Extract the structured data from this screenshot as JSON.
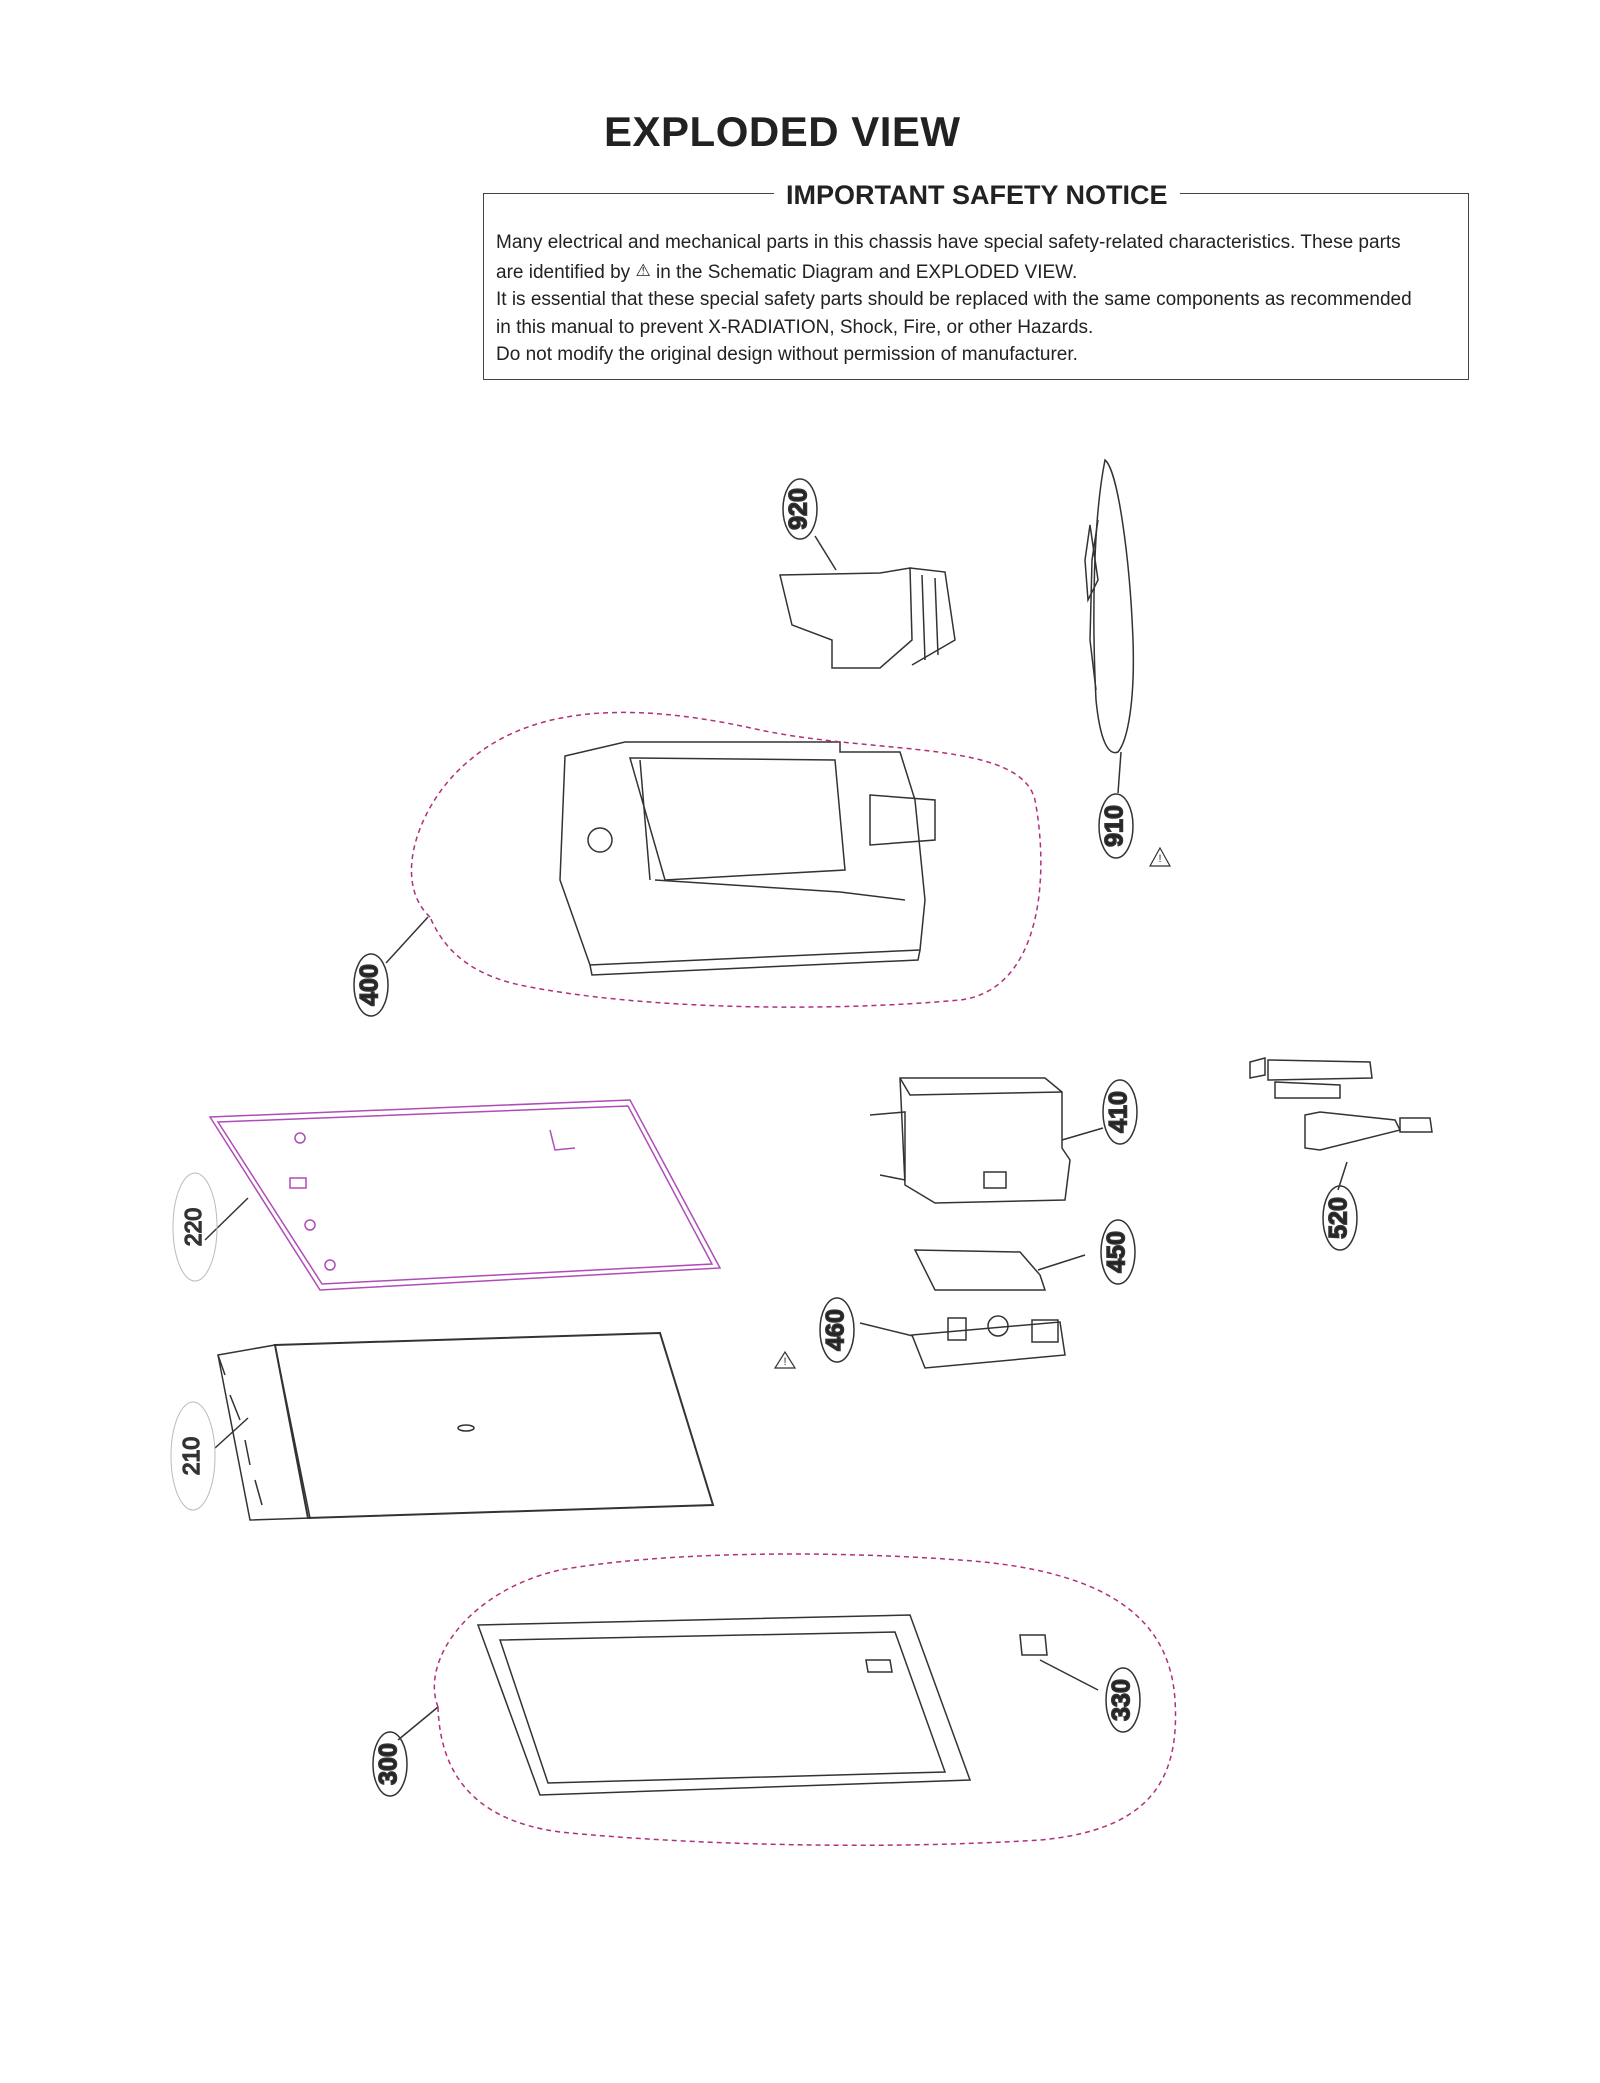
{
  "page_title": "EXPLODED VIEW",
  "notice": {
    "heading": "IMPORTANT SAFETY NOTICE",
    "line1": "Many electrical and mechanical parts in this chassis have special safety-related characteristics. These parts",
    "line2_before": "are identified by",
    "line2_after": "in the Schematic Diagram and EXPLODED VIEW.",
    "line3": "It is essential that these special safety parts should be replaced with the same components as recommended",
    "line4": "in this manual to prevent X-RADIATION, Shock, Fire, or other Hazards.",
    "line5": "Do not modify the original design without permission of manufacturer.",
    "warning_symbol": "⚠"
  },
  "parts": {
    "p920": "920",
    "p910": "910",
    "p400": "400",
    "p410": "410",
    "p520": "520",
    "p220": "220",
    "p450": "450",
    "p460": "460",
    "p210": "210",
    "p300": "300",
    "p330": "330"
  },
  "colors": {
    "outline": "#333333",
    "dashed_group": "#b0307a",
    "highlight_part": "#b04cb8"
  }
}
